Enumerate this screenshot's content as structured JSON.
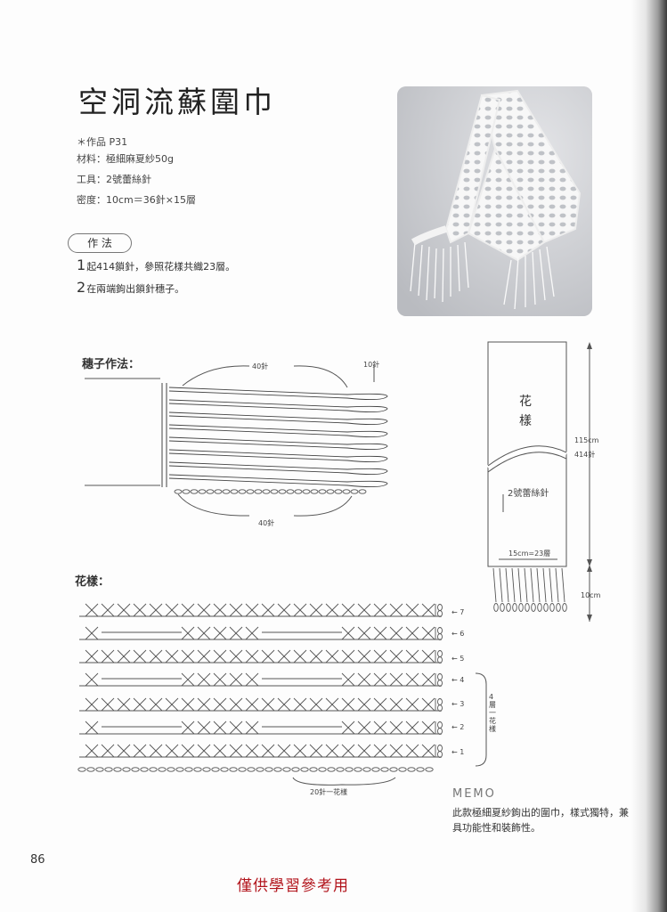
{
  "page": {
    "title": "空洞流蘇圍巾",
    "page_number": "86",
    "watermark": "僅供學習參考用"
  },
  "info": {
    "work": "＊作品 P31",
    "material": "材料：極細麻夏紗50g",
    "tool": "工具：2號蕾絲針",
    "gauge": "密度：10cm＝36針×15層"
  },
  "method": {
    "badge": "作 法",
    "steps": [
      {
        "num": "1",
        "text": "起414鎖針，參照花樣共織23層。"
      },
      {
        "num": "2",
        "text": "在兩端鉤出鎖針穗子。"
      }
    ]
  },
  "fringe": {
    "label": "穗子作法：",
    "top": "40針",
    "right": "10針",
    "bottom": "40針"
  },
  "schematic": {
    "pattern": "花\n樣",
    "length": "115cm",
    "length2": "414針",
    "hook": "2號蕾絲針",
    "width": "15cm=23層",
    "fringe": "10cm"
  },
  "pattern": {
    "label": "花樣：",
    "rows": [
      "7",
      "6",
      "5",
      "4",
      "3",
      "2",
      "1"
    ],
    "repeat_note": "4\n層\n一\n花\n樣",
    "repeat_bottom": "20針一花樣"
  },
  "memo": {
    "heading": "MEMO",
    "text": "此款極細夏紗鉤出的圍巾，樣式獨特，兼具功能性和裝飾性。"
  },
  "colors": {
    "watermark": "#b2141c",
    "ink": "#333333"
  }
}
